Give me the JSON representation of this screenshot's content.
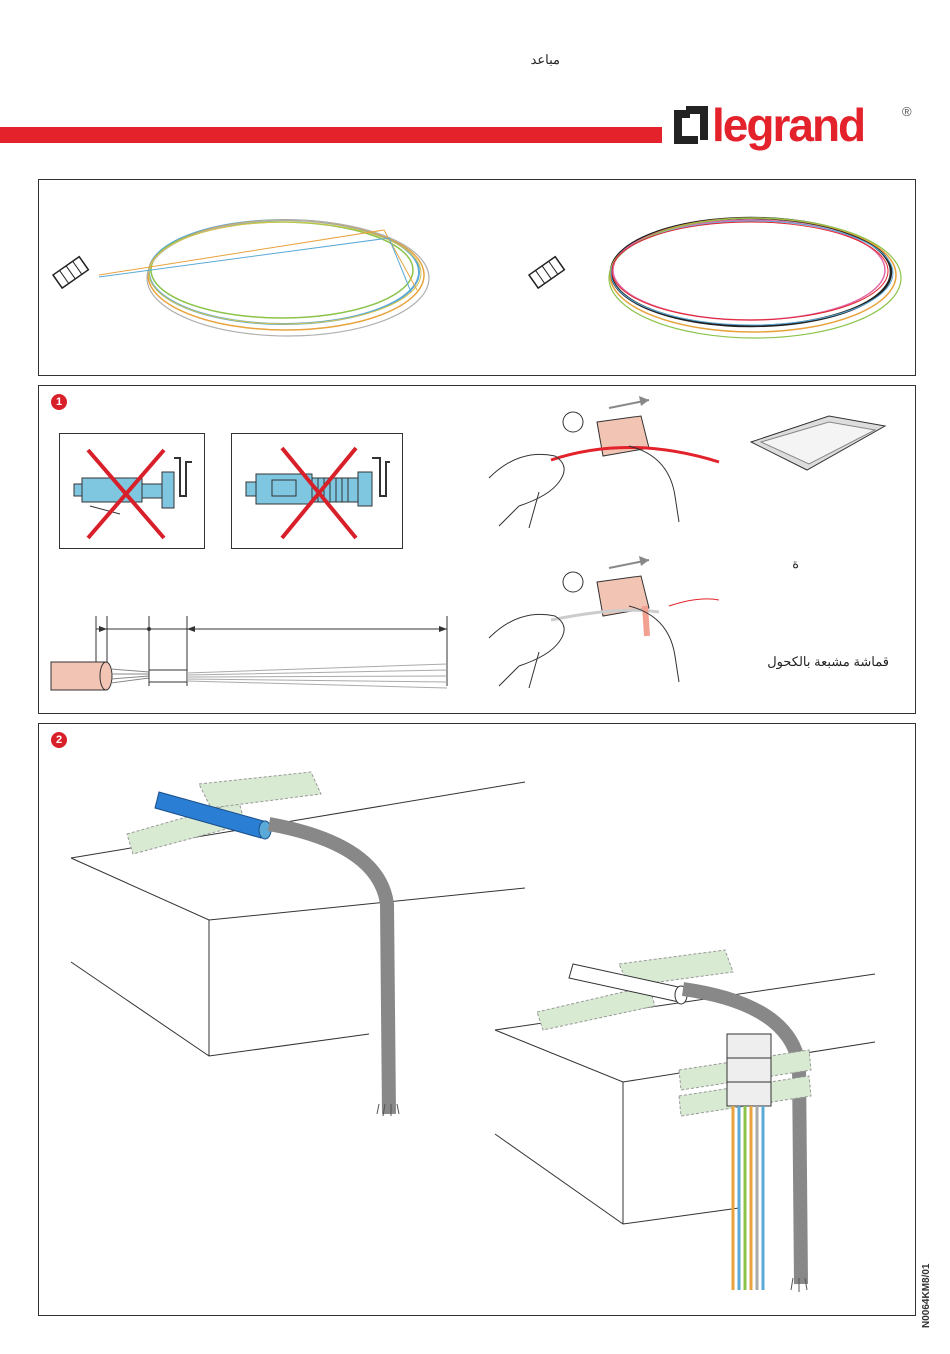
{
  "header": {
    "top_arabic": "مباعد",
    "brand": "legrand",
    "registered": "®"
  },
  "steps": {
    "step1": "1",
    "step2": "2"
  },
  "panel2": {
    "wrong_label": "ة",
    "wipe_caption": "قماشة مشبعة بالكحول"
  },
  "footer": {
    "doc_ref": "N0064KM8/01"
  },
  "colors": {
    "brand_red": "#e3222b",
    "cross_red": "#d8202a",
    "connector_blue": "#7fc7e0",
    "tape_green": "#d8ead2",
    "wipe_pink": "#f2c4b3"
  }
}
